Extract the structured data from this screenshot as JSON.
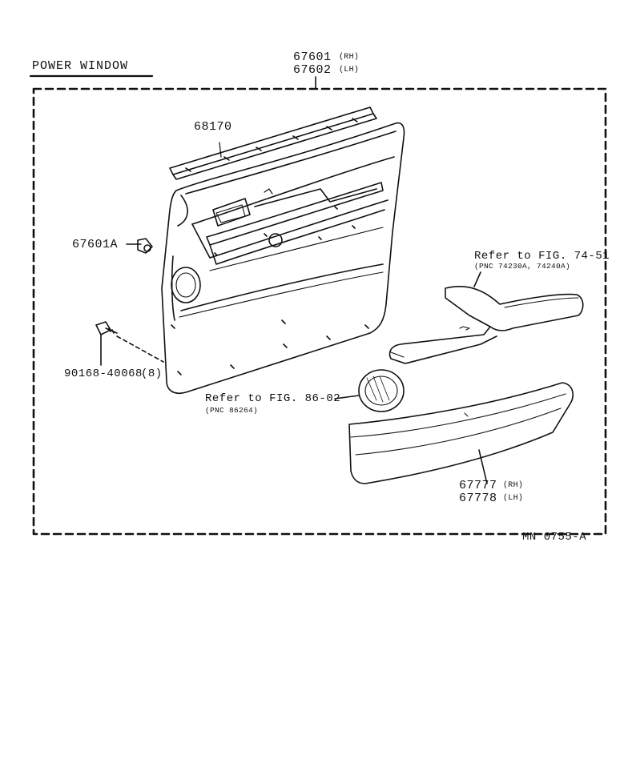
{
  "section_title": "POWER WINDOW",
  "figure_code": "MN  0755-A",
  "parts": {
    "door_trim_rh": {
      "number": "67601",
      "side": "(RH)"
    },
    "door_trim_lh": {
      "number": "67602",
      "side": "(LH)"
    },
    "weatherstrip": {
      "number": "68170"
    },
    "clip": {
      "number": "67601A"
    },
    "screw": {
      "number": "90168-40068",
      "qty": "(8)"
    },
    "armrest_rh": {
      "number": "67777",
      "side": "(RH)"
    },
    "armrest_lh": {
      "number": "67778",
      "side": "(LH)"
    }
  },
  "references": {
    "armrest_base": {
      "text": "Refer  to  FIG. 74-51",
      "pnc": "(PNC 74230A, 74240A)"
    },
    "speaker_grille": {
      "text": "Refer  to  FIG. 86-02",
      "pnc": "(PNC 86264)"
    }
  }
}
